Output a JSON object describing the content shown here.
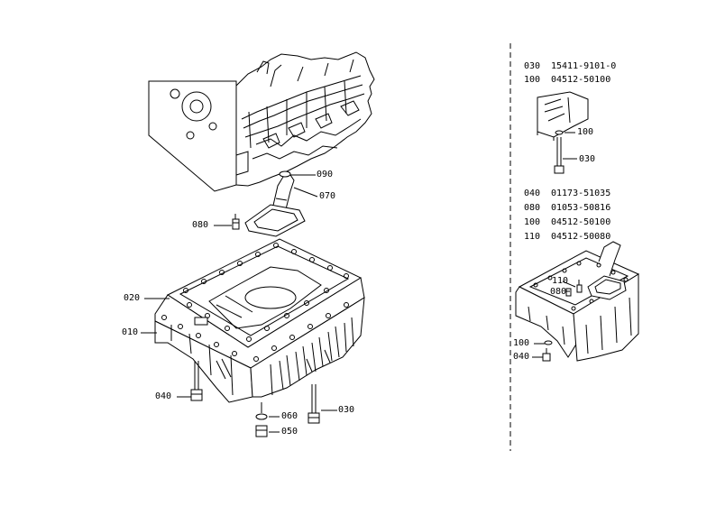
{
  "main_callouts": [
    {
      "id": "090",
      "text": "090"
    },
    {
      "id": "070",
      "text": "070"
    },
    {
      "id": "080",
      "text": "080"
    },
    {
      "id": "020",
      "text": "020"
    },
    {
      "id": "010",
      "text": "010"
    },
    {
      "id": "040",
      "text": "040"
    },
    {
      "id": "060",
      "text": "060"
    },
    {
      "id": "050",
      "text": "050"
    },
    {
      "id": "030",
      "text": "030"
    }
  ],
  "inset_top": {
    "parts": [
      {
        "ref": "030",
        "number": "15411-9101-0"
      },
      {
        "ref": "100",
        "number": "04512-50100"
      }
    ],
    "callouts": [
      {
        "id": "100",
        "text": "100"
      },
      {
        "id": "030",
        "text": "030"
      }
    ]
  },
  "inset_bottom": {
    "parts": [
      {
        "ref": "040",
        "number": "01173-51035"
      },
      {
        "ref": "080",
        "number": "01053-50816"
      },
      {
        "ref": "100",
        "number": "04512-50100"
      },
      {
        "ref": "110",
        "number": "04512-50080"
      }
    ],
    "callouts": [
      {
        "id": "110",
        "text": "110"
      },
      {
        "id": "080",
        "text": "080"
      },
      {
        "id": "100",
        "text": "100"
      },
      {
        "id": "040",
        "text": "040"
      }
    ]
  }
}
